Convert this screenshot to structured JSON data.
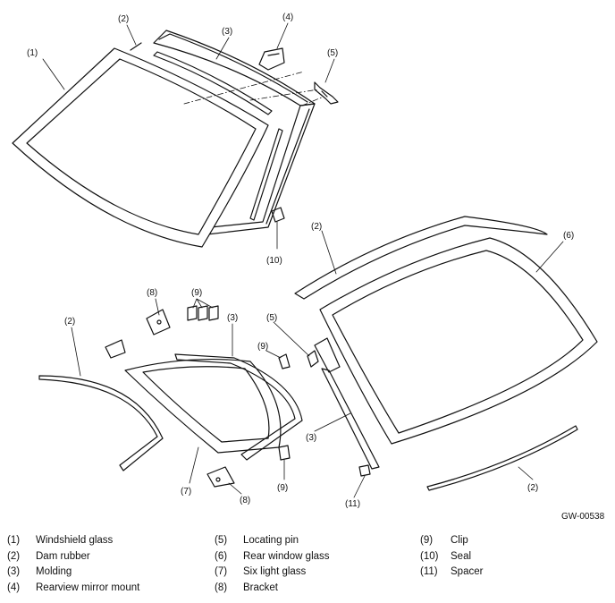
{
  "reference_code": "GW-00538",
  "callouts": {
    "c1": "(1)",
    "c2a": "(2)",
    "c3a": "(3)",
    "c4": "(4)",
    "c5a": "(5)",
    "c10": "(10)",
    "c2b": "(2)",
    "c6": "(6)",
    "c8a": "(8)",
    "c9a": "(9)",
    "c3b": "(3)",
    "c2c": "(2)",
    "c5b": "(5)",
    "c9b": "(9)",
    "c3c": "(3)",
    "c7": "(7)",
    "c8b": "(8)",
    "c9c": "(9)",
    "c11": "(11)",
    "c2d": "(2)"
  },
  "legend": [
    {
      "num": "(1)",
      "label": "Windshield glass"
    },
    {
      "num": "(2)",
      "label": "Dam rubber"
    },
    {
      "num": "(3)",
      "label": "Molding"
    },
    {
      "num": "(4)",
      "label": "Rearview mirror mount"
    },
    {
      "num": "(5)",
      "label": "Locating pin"
    },
    {
      "num": "(6)",
      "label": "Rear window glass"
    },
    {
      "num": "(7)",
      "label": "Six light glass"
    },
    {
      "num": "(8)",
      "label": "Bracket"
    },
    {
      "num": "(9)",
      "label": "Clip"
    },
    {
      "num": "(10)",
      "label": "Seal"
    },
    {
      "num": "(11)",
      "label": "Spacer"
    }
  ]
}
